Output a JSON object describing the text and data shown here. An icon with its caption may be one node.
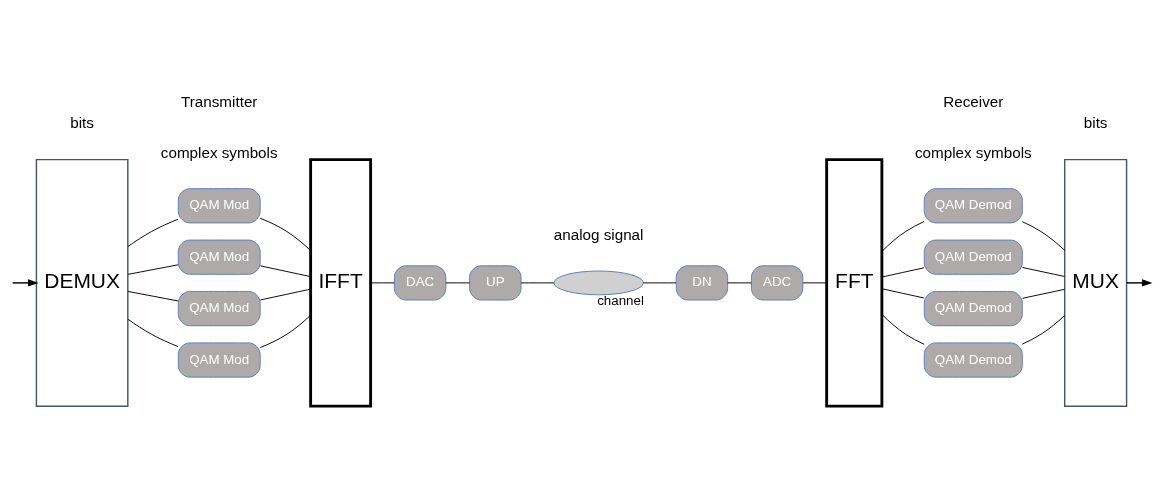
{
  "diagram": {
    "nodes": [
      {
        "text": [
          "DEMUX"
        ]
      },
      {
        "text": [
          "QAM Mod"
        ]
      },
      {
        "text": [
          "QAM Mod"
        ]
      },
      {
        "text": [
          "QAM Mod"
        ]
      },
      {
        "text": [
          "QAM Mod"
        ]
      },
      {
        "text": [
          "IFFT"
        ]
      },
      {
        "text": [
          "DAC"
        ]
      },
      {
        "text": [
          "UP"
        ]
      },
      {
        "text": [],
        "shape": "cloud",
        "beside": [
          "channel"
        ]
      },
      {
        "text": [
          "DN"
        ]
      },
      {
        "text": [
          "ADC"
        ]
      },
      {
        "text": [
          "FFT"
        ]
      },
      {
        "text": [
          "QAM Demod"
        ]
      },
      {
        "text": [
          "QAM Demod"
        ]
      },
      {
        "text": [
          "QAM Demod"
        ]
      },
      {
        "text": [
          "QAM Demod"
        ]
      },
      {
        "text": [
          "MUX"
        ]
      }
    ],
    "edges": [
      {
        "from": null,
        "to": 0,
        "arrow": "to"
      },
      {
        "from": 0,
        "to": 1,
        "arrow": "none"
      },
      {
        "from": 0,
        "to": 2,
        "arrow": "none"
      },
      {
        "from": 0,
        "to": 3,
        "arrow": "none"
      },
      {
        "from": 0,
        "to": 4,
        "arrow": "none"
      },
      {
        "from": 1,
        "to": 5,
        "arrow": "none"
      },
      {
        "from": 2,
        "to": 5,
        "arrow": "none"
      },
      {
        "from": 3,
        "to": 5,
        "arrow": "none"
      },
      {
        "from": 4,
        "to": 5,
        "arrow": "none"
      },
      {
        "from": 5,
        "to": 6,
        "arrow": "none"
      },
      {
        "from": 6,
        "to": 7,
        "arrow": "none"
      },
      {
        "from": 7,
        "to": 8,
        "arrow": "none"
      },
      {
        "from": 8,
        "to": 9,
        "arrow": "none"
      },
      {
        "from": 9,
        "to": 10,
        "arrow": "none"
      },
      {
        "from": 10,
        "to": 11,
        "arrow": "none"
      },
      {
        "from": 11,
        "to": 12,
        "arrow": "none"
      },
      {
        "from": 11,
        "to": 13,
        "arrow": "none"
      },
      {
        "from": 11,
        "to": 14,
        "arrow": "none"
      },
      {
        "from": 11,
        "to": 15,
        "arrow": "none"
      },
      {
        "from": 12,
        "to": 16,
        "arrow": "none"
      },
      {
        "from": 13,
        "to": 16,
        "arrow": "none"
      },
      {
        "from": 14,
        "to": 16,
        "arrow": "none"
      },
      {
        "from": 15,
        "to": 16,
        "arrow": "none"
      },
      {
        "from": 16,
        "to": null,
        "arrow": "to"
      }
    ],
    "labels": [
      "bits",
      "complex symbols",
      "analog signal",
      "complex symbols",
      "bits",
      "Transmitter",
      "Receiver"
    ]
  }
}
